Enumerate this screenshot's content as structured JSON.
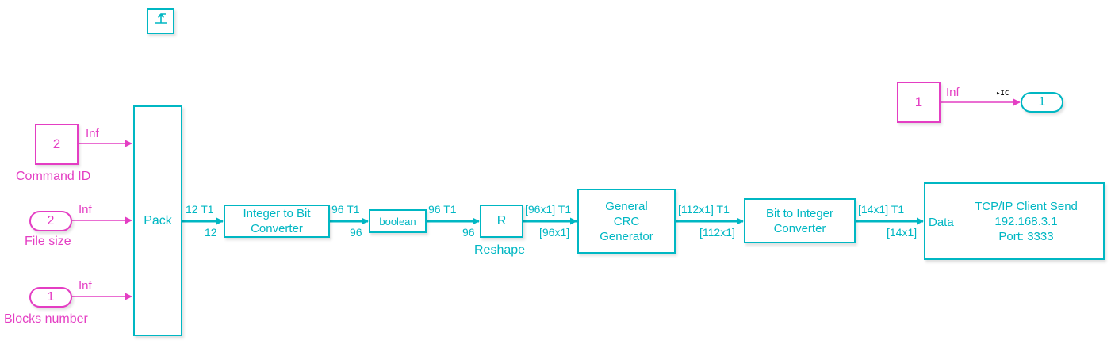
{
  "colors": {
    "signal": "#00b7c3",
    "source": "#e43ec3",
    "background": "#ffffff"
  },
  "icons": {
    "trigger": "rising-edge-trigger-icon",
    "ic": "initial-condition-icon"
  },
  "inputs": [
    {
      "value": "2",
      "label": "Command ID",
      "rate": "Inf"
    },
    {
      "value": "2",
      "label": "File size",
      "rate": "Inf"
    },
    {
      "value": "1",
      "label": "Blocks number",
      "rate": "Inf"
    }
  ],
  "blocks": {
    "pack": "Pack",
    "int2bit": "Integer to Bit\nConverter",
    "boolean": "boolean",
    "reshape": "R",
    "reshape_label": "Reshape",
    "crc": "General\nCRC\nGenerator",
    "bit2int": "Bit to Integer\nConverter",
    "tcp": "TCP/IP Client Send\n192.168.3.1\nPort: 3333",
    "tcp_port": "Data"
  },
  "signals": {
    "pack_out": "12 T1",
    "int2bit_in": "12",
    "int2bit_out": "96 T1",
    "bool_in": "96",
    "bool_out": "96 T1",
    "reshape_in": "96",
    "reshape_out": "[96x1] T1",
    "crc_in": "[96x1]",
    "crc_out": "[112x1] T1",
    "bit2int_in": "[112x1]",
    "bit2int_out": "[14x1] T1",
    "tcp_in": "[14x1]"
  },
  "ic_group": {
    "const_value": "1",
    "out_value": "1",
    "rate": "Inf",
    "ic_label": "▸IC"
  }
}
